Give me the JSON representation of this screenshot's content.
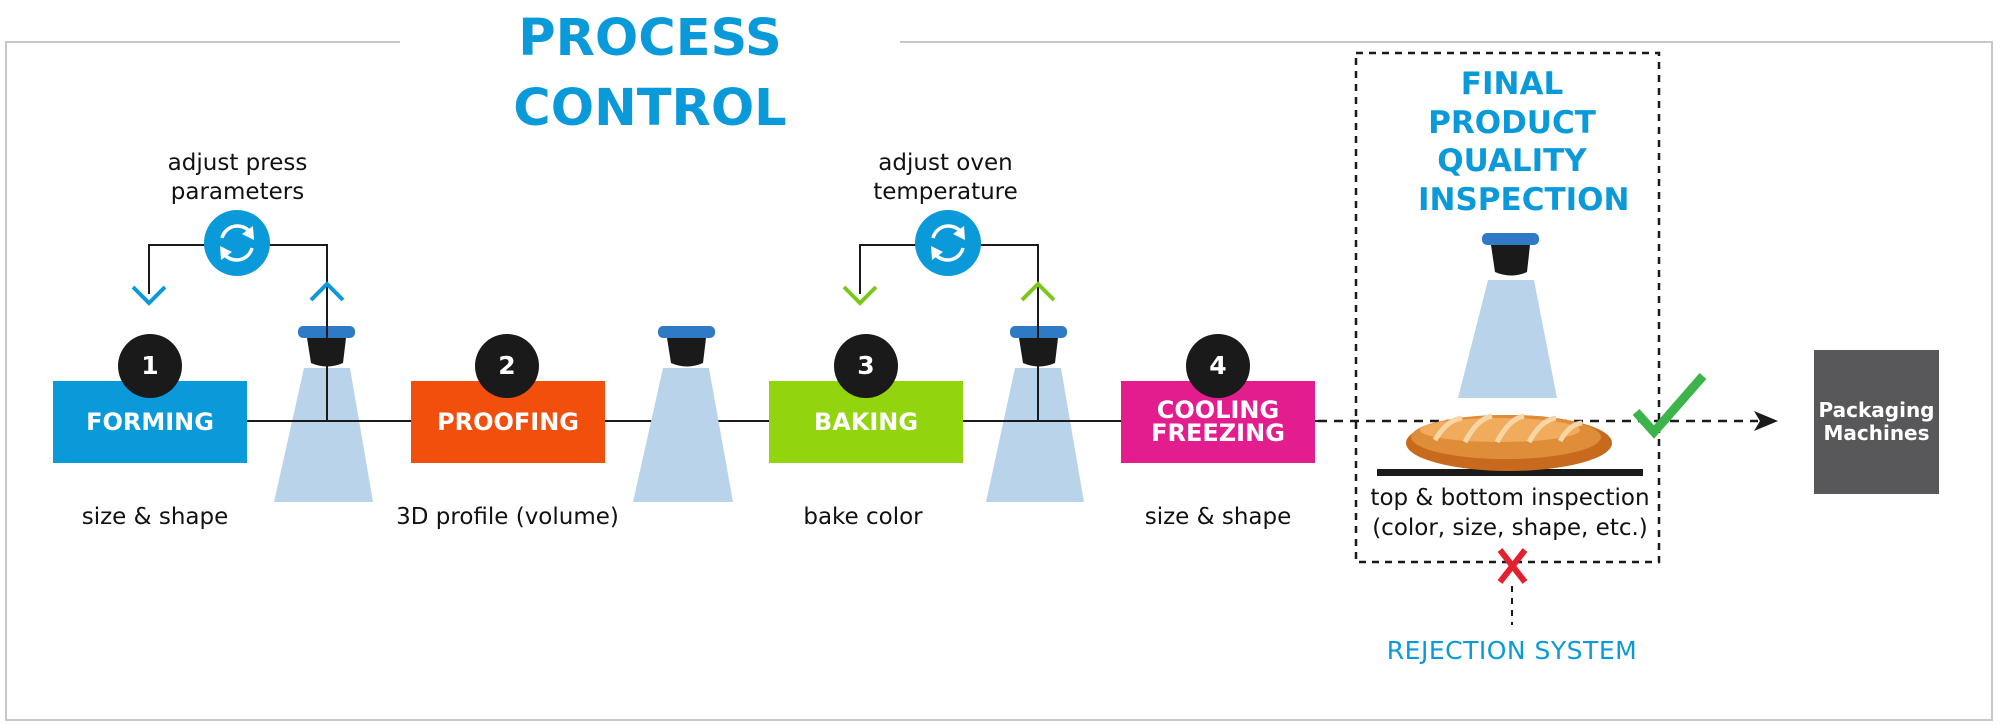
{
  "title": "PROCESS CONTROL",
  "stages": [
    {
      "num": "1",
      "label": "FORMING",
      "caption": "size & shape",
      "color": "#0a9ad9"
    },
    {
      "num": "2",
      "label": "PROOFING",
      "caption": "3D profile (volume)",
      "color": "#f24f0d"
    },
    {
      "num": "3",
      "label": "BAKING",
      "caption": "bake color",
      "color": "#92d40e"
    },
    {
      "num": "4",
      "label": "COOLING FREEZING",
      "caption": "size & shape",
      "color": "#e41d8f"
    }
  ],
  "feedback": [
    {
      "label_line1": "adjust press",
      "label_line2": "parameters",
      "arrow_color": "#0a9ad9"
    },
    {
      "label_line1": "adjust oven",
      "label_line2": "temperature",
      "arrow_color": "#7cc81a"
    }
  ],
  "final_inspection": {
    "title": "FINAL PRODUCT QUALITY INSPECTION",
    "caption_line1": "top & bottom inspection",
    "caption_line2": "(color, size, shape, etc.)"
  },
  "rejection_label": "REJECTION SYSTEM",
  "packaging_label": "Packaging Machines",
  "icons": [
    "sync-icon",
    "camera-icon",
    "bread-icon",
    "check-icon",
    "x-icon"
  ],
  "colors": {
    "accent": "#0a9ad9",
    "camera_cap": "#2e7ac4",
    "camera_beam": "#b9d4ea",
    "accept": "#3cb44a",
    "reject": "#e5202e",
    "packaging": "#58585a"
  }
}
